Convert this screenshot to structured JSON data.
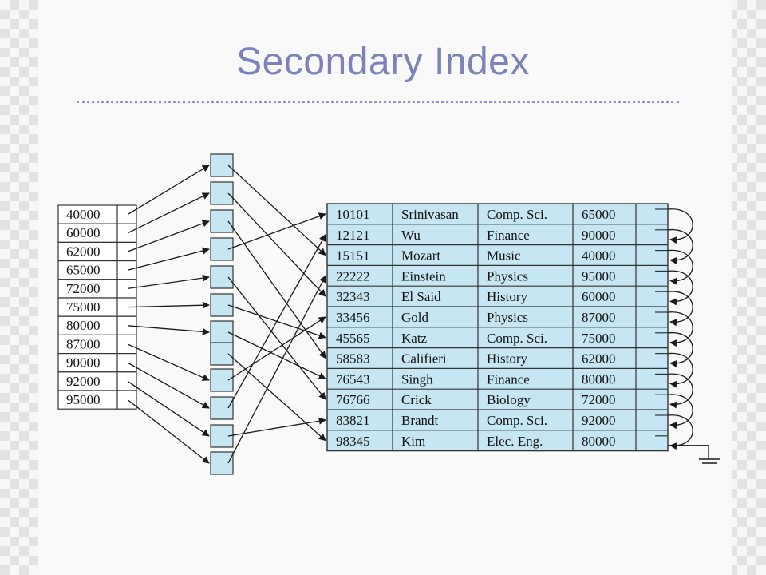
{
  "slide": {
    "title": "Secondary Index"
  },
  "colors": {
    "title": "#7b83b7",
    "fill": "#c5e6f2",
    "stroke": "#333333",
    "arrow": "#1a1a1a"
  },
  "index_keys": [
    "40000",
    "60000",
    "62000",
    "65000",
    "72000",
    "75000",
    "80000",
    "87000",
    "90000",
    "92000",
    "95000"
  ],
  "records": [
    [
      "10101",
      "Srinivasan",
      "Comp. Sci.",
      "65000"
    ],
    [
      "12121",
      "Wu",
      "Finance",
      "90000"
    ],
    [
      "15151",
      "Mozart",
      "Music",
      "40000"
    ],
    [
      "22222",
      "Einstein",
      "Physics",
      "95000"
    ],
    [
      "32343",
      "El Said",
      "History",
      "60000"
    ],
    [
      "33456",
      "Gold",
      "Physics",
      "87000"
    ],
    [
      "45565",
      "Katz",
      "Comp. Sci.",
      "75000"
    ],
    [
      "58583",
      "Califieri",
      "History",
      "62000"
    ],
    [
      "76543",
      "Singh",
      "Finance",
      "80000"
    ],
    [
      "76766",
      "Crick",
      "Biology",
      "72000"
    ],
    [
      "83821",
      "Brandt",
      "Comp. Sci.",
      "92000"
    ],
    [
      "98345",
      "Kim",
      "Elec. Eng.",
      "80000"
    ]
  ],
  "key_to_bucket": [
    0,
    1,
    2,
    3,
    4,
    5,
    6,
    8,
    9,
    10,
    11
  ],
  "bucket_to_record": [
    2,
    4,
    7,
    0,
    9,
    6,
    8,
    11,
    5,
    1,
    10,
    3
  ]
}
